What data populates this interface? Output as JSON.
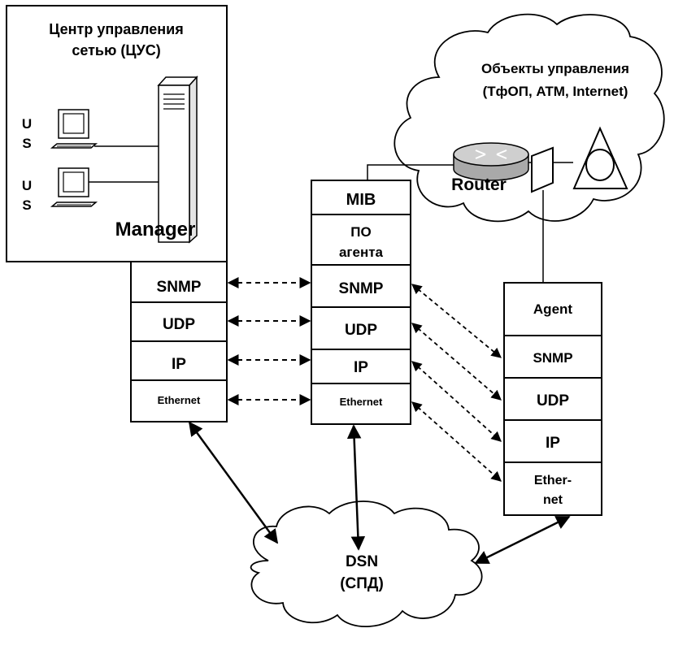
{
  "nms": {
    "title_line1": "Центр управления",
    "title_line2": "сетью (ЦУС)",
    "us_top": [
      "U",
      "S"
    ],
    "us_bottom": [
      "U",
      "S"
    ],
    "manager": "Manager"
  },
  "managed_cloud": {
    "line1": "Объекты управления",
    "line2": "(ТфОП, ATM, Internet)",
    "router": "Router"
  },
  "manager_stack": [
    "SNMP",
    "UDP",
    "IP",
    "Ethernet"
  ],
  "middle_stack": {
    "mib": "MIB",
    "agent_sw_line1": "ПО",
    "agent_sw_line2": "агента",
    "layers": [
      "SNMP",
      "UDP",
      "IP",
      "Ethernet"
    ]
  },
  "agent_stack": {
    "header": "Agent",
    "layers": [
      "SNMP",
      "UDP",
      "IP"
    ],
    "eth_line1": "Ether-",
    "eth_line2": "net"
  },
  "dsn_cloud": {
    "line1": "DSN",
    "line2": "(СПД)"
  }
}
